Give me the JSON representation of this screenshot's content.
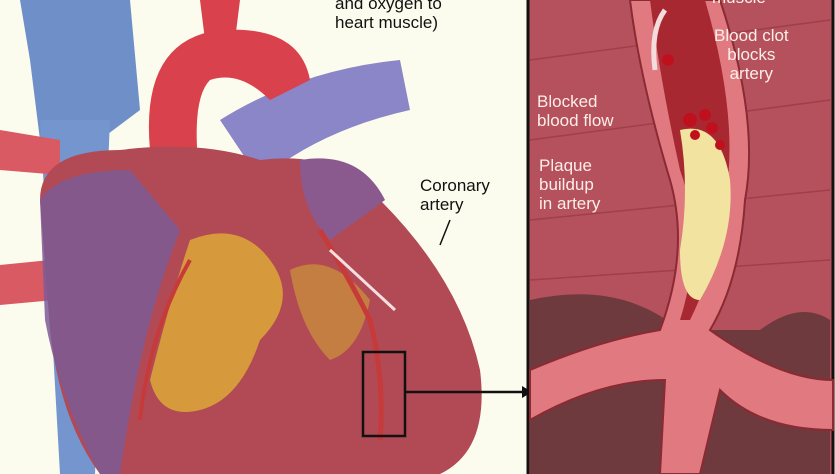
{
  "labels": {
    "top_caption_line1": "and oxygen to",
    "top_caption_line2": "heart muscle)",
    "coronary_line1": "Coronary",
    "coronary_line2": "artery",
    "inset_top": "muscle",
    "clot_line1": "Blood clot",
    "clot_line2": "blocks",
    "clot_line3": "artery",
    "blocked_line1": "Blocked",
    "blocked_line2": "blood flow",
    "plaque_line1": "Plaque",
    "plaque_line2": "buildup",
    "plaque_line3": "in artery"
  },
  "colors": {
    "background": "#fcfcee",
    "vein_blue": "#6f8fc8",
    "artery_red": "#d9414c",
    "muscle": "#b24a55",
    "inset_bg": "#b5515c",
    "plaque": "#f2e4a0",
    "fat": "#d69a3c"
  }
}
